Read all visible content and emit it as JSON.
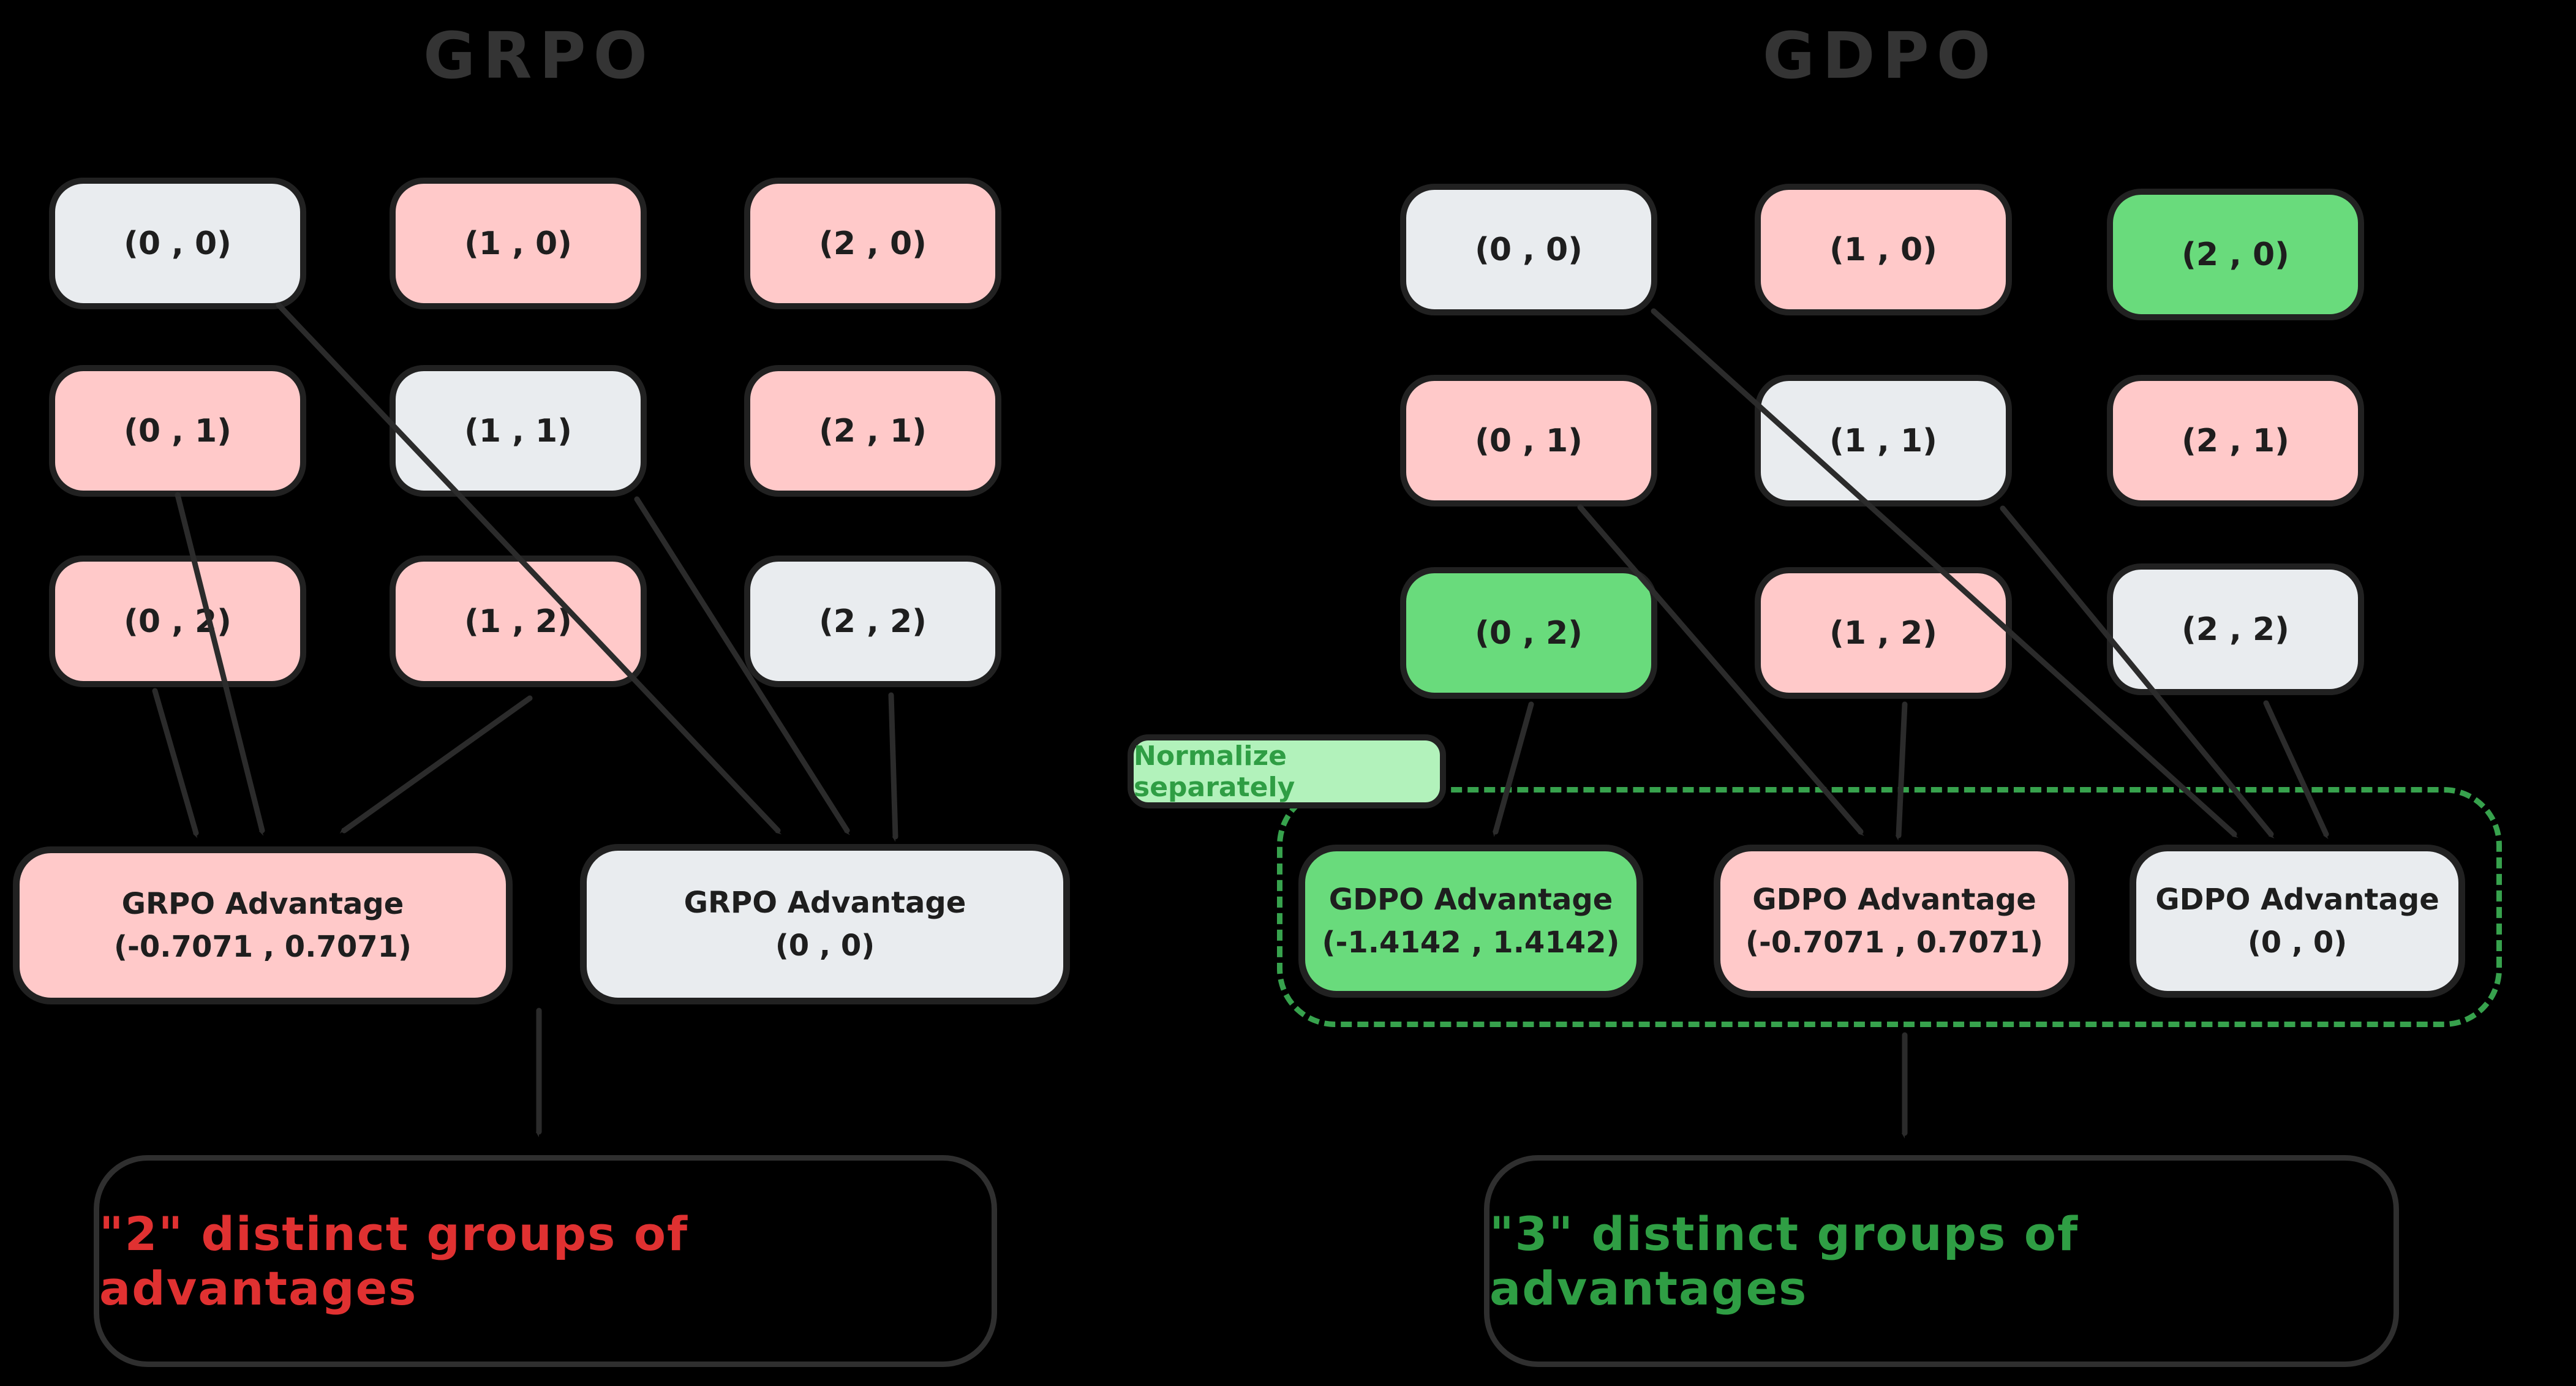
{
  "colors": {
    "background": "#000000",
    "box_pink": "#ffc9c9",
    "box_light": "#e9ecef",
    "box_green": "#69db7c",
    "label_green_bg": "#b2f2bb",
    "box_border": "#212121",
    "arrow_stroke": "#2b2b2b",
    "dashed_green": "#37a24d",
    "text_dark": "#1e1e1e",
    "text_red": "#e03131",
    "text_green": "#2f9e44",
    "title_gray": "#343434"
  },
  "grpo": {
    "title": "GRPO",
    "grid": [
      {
        "label": "(0 , 0)",
        "color": "light"
      },
      {
        "label": "(1 , 0)",
        "color": "pink"
      },
      {
        "label": "(2 , 0)",
        "color": "pink"
      },
      {
        "label": "(0 , 1)",
        "color": "pink"
      },
      {
        "label": "(1 , 1)",
        "color": "light"
      },
      {
        "label": "(2 , 1)",
        "color": "pink"
      },
      {
        "label": "(0 , 2)",
        "color": "pink"
      },
      {
        "label": "(1 , 2)",
        "color": "pink"
      },
      {
        "label": "(2 , 2)",
        "color": "light"
      }
    ],
    "advantages": [
      {
        "line1": "GRPO Advantage",
        "line2": "(-0.7071 , 0.7071)",
        "color": "pink"
      },
      {
        "line1": "GRPO Advantage",
        "line2": "(0 , 0)",
        "color": "light"
      }
    ],
    "summary": "\"2\" distinct groups of advantages"
  },
  "gdpo": {
    "title": "GDPO",
    "normalize_label": "Normalize separately",
    "grid": [
      {
        "label": "(0 , 0)",
        "color": "light"
      },
      {
        "label": "(1 , 0)",
        "color": "pink"
      },
      {
        "label": "(2 , 0)",
        "color": "green"
      },
      {
        "label": "(0 , 1)",
        "color": "pink"
      },
      {
        "label": "(1 , 1)",
        "color": "light"
      },
      {
        "label": "(2 , 1)",
        "color": "pink"
      },
      {
        "label": "(0 , 2)",
        "color": "green"
      },
      {
        "label": "(1 , 2)",
        "color": "pink"
      },
      {
        "label": "(2 , 2)",
        "color": "light"
      }
    ],
    "advantages": [
      {
        "line1": "GDPO Advantage",
        "line2": "(-1.4142 , 1.4142)",
        "color": "green"
      },
      {
        "line1": "GDPO Advantage",
        "line2": "(-0.7071 , 0.7071)",
        "color": "pink"
      },
      {
        "line1": "GDPO Advantage",
        "line2": "(0 , 0)",
        "color": "light"
      }
    ],
    "summary": "\"3\" distinct groups of advantages"
  }
}
